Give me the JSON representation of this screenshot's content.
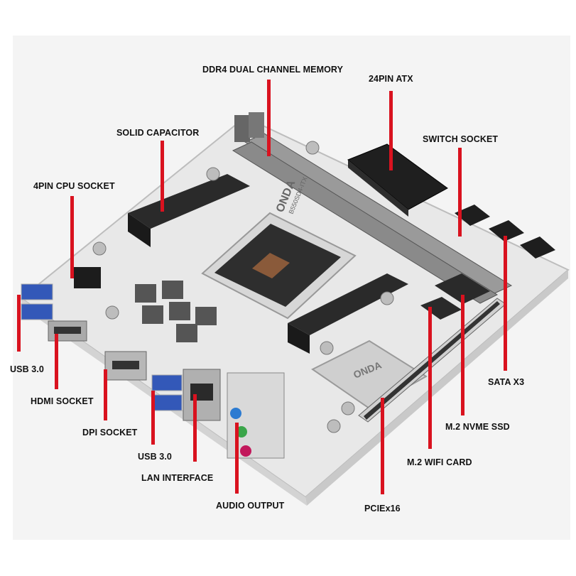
{
  "labels": {
    "ddr4": "DDR4 DUAL CHANNEL MEMORY",
    "atx24": "24PIN ATX",
    "solid_cap": "SOLID CAPACITOR",
    "switch_socket": "SWITCH SOCKET",
    "cpu4pin": "4PIN CPU SOCKET",
    "usb3_left": "USB 3.0",
    "hdmi": "HDMI SOCKET",
    "dpi": "DPI SOCKET",
    "usb3_mid": "USB 3.0",
    "lan": "LAN INTERFACE",
    "audio": "AUDIO OUTPUT",
    "pcie": "PCIEx16",
    "wifi": "M.2 WIFI CARD",
    "nvme": "M.2 NVME SSD",
    "sata": "SATA X3"
  },
  "board_marks": {
    "brand": "ONDA",
    "model": "B550SD4-ITX",
    "chip_brand": "ONDA"
  },
  "colors": {
    "pointer": "#d9121f",
    "board": "#e9e9e9",
    "socket": "#2e2e2e",
    "heatsink": "#2a2a2a"
  }
}
